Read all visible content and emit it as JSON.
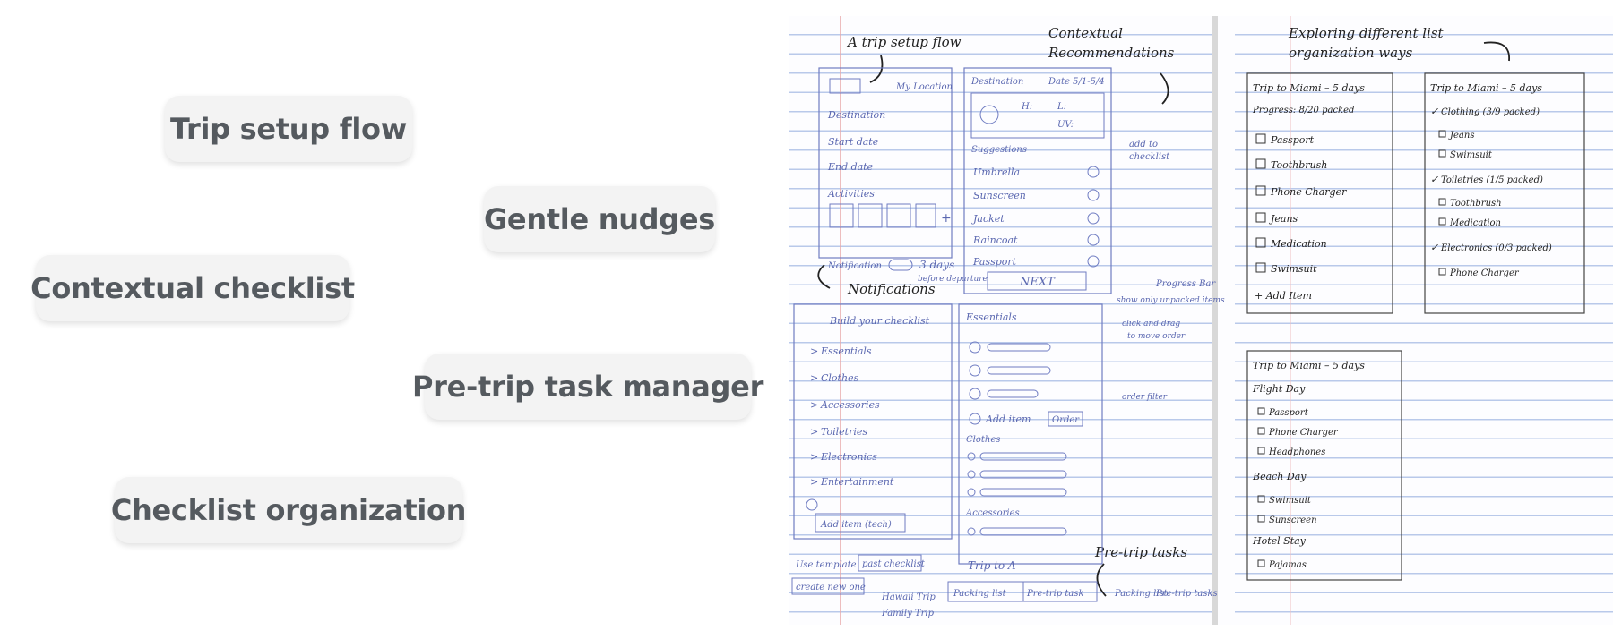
{
  "chips": [
    {
      "id": "trip-setup",
      "label": "Trip setup flow"
    },
    {
      "id": "gentle-nudges",
      "label": "Gentle nudges"
    },
    {
      "id": "contextual-checklist",
      "label": "Contextual checklist"
    },
    {
      "id": "pretrip-task-manager",
      "label": "Pre-trip task manager"
    },
    {
      "id": "checklist-organization",
      "label": "Checklist organization"
    }
  ],
  "sketch": {
    "annotations": {
      "trip_setup_flow": "A trip setup flow",
      "contextual_recs_1": "Contextual",
      "contextual_recs_2": "Recommendations",
      "exploring_1": "Exploring different list",
      "exploring_2": "organization ways",
      "notifications": "Notifications",
      "pretrip_tasks": "Pre-trip tasks",
      "progress_bar": "Progress Bar"
    },
    "setup_form": {
      "my_location": "My Location",
      "destination": "Destination",
      "start_date": "Start date",
      "end_date": "End date",
      "activities": "Activities",
      "notification": "Notification",
      "days": "3 days",
      "before_departure": "before departure"
    },
    "recommendations": {
      "destination": "Destination",
      "date": "Date 5/1-5/4",
      "h": "H:",
      "l": "L:",
      "uv": "UV:",
      "suggestions": "Suggestions",
      "items": [
        "Umbrella",
        "Sunscreen",
        "Jacket",
        "Raincoat",
        "Passport"
      ],
      "add_to_checklist_1": "add to",
      "add_to_checklist_2": "checklist",
      "next": "NEXT"
    },
    "build_checklist": {
      "title": "Build your checklist",
      "categories": [
        "Essentials",
        "Clothes",
        "Accessories",
        "Toiletries",
        "Electronics",
        "Entertainment"
      ],
      "add_item_tech": "Add item (tech)",
      "use_template": "Use template",
      "past_checklist": "past checklist",
      "create_new": "create new one",
      "trip_examples": [
        "Hawaii Trip",
        "Family Trip"
      ]
    },
    "essentials_list": {
      "essentials": "Essentials",
      "add_item": "Add item",
      "order": "Order",
      "clothes": "Clothes",
      "accessories": "Accessories",
      "trip_to_a": "Trip to A",
      "tabs": [
        "Packing list",
        "Pre-trip task"
      ],
      "tabs2": [
        "Packing list",
        "Pre-trip tasks"
      ]
    },
    "side_notes": {
      "show_unpacked": "show only unpacked items",
      "click_drag_1": "click and drag",
      "click_drag_2": "to move order",
      "order_filter": "order filter"
    },
    "list_a": {
      "title": "Trip to Miami – 5 days",
      "progress": "Progress: 8/20 packed",
      "items": [
        "Passport",
        "Toothbrush",
        "Phone Charger",
        "Jeans",
        "Medication",
        "Swimsuit"
      ],
      "add_item": "+ Add Item"
    },
    "list_b": {
      "title": "Trip to Miami – 5 days",
      "groups": [
        {
          "name": "Clothing (3/9 packed)",
          "items": [
            "Jeans",
            "Swimsuit"
          ]
        },
        {
          "name": "Toiletries (1/5 packed)",
          "items": [
            "Toothbrush",
            "Medication"
          ]
        },
        {
          "name": "Electronics (0/3 packed)",
          "items": [
            "Phone Charger"
          ]
        }
      ]
    },
    "list_c": {
      "title": "Trip to Miami – 5 days",
      "groups": [
        {
          "name": "Flight Day",
          "items": [
            "Passport",
            "Phone Charger",
            "Headphones"
          ]
        },
        {
          "name": "Beach Day",
          "items": [
            "Swimsuit",
            "Sunscreen"
          ]
        },
        {
          "name": "Hotel Stay",
          "items": [
            "Pajamas"
          ]
        }
      ]
    }
  },
  "colors": {
    "chip_bg": "#f3f3f3",
    "chip_text": "#555a5f",
    "sketch_ink": "#5a67b0",
    "annotation_ink": "#222222"
  }
}
